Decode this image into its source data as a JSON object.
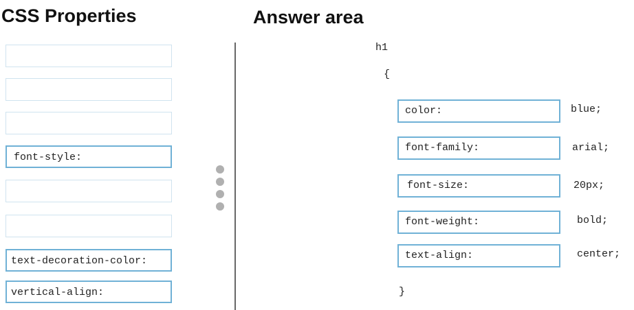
{
  "headings": {
    "left": "CSS Properties",
    "right": "Answer area"
  },
  "source_slots": [
    {
      "label": ""
    },
    {
      "label": ""
    },
    {
      "label": ""
    },
    {
      "label": "font-style:"
    },
    {
      "label": ""
    },
    {
      "label": ""
    },
    {
      "label": "text-decoration-color:"
    },
    {
      "label": "vertical-align:"
    }
  ],
  "answer": {
    "selector": "h1",
    "open_brace": "{",
    "close_brace": "}",
    "rows": [
      {
        "property": "color:",
        "value": "blue;"
      },
      {
        "property": "font-family:",
        "value": "arial;"
      },
      {
        "property": "font-size:",
        "value": "20px;"
      },
      {
        "property": "font-weight:",
        "value": "bold;"
      },
      {
        "property": "text-align:",
        "value": "center;"
      }
    ]
  },
  "colors": {
    "slot_border": "#6fb1d6",
    "empty_slot_border": "#cfe3ef",
    "divider": "#666666",
    "drag_handle": "#b0b0b0"
  },
  "icons": {
    "drag_handle": "vertical-dots-icon"
  }
}
